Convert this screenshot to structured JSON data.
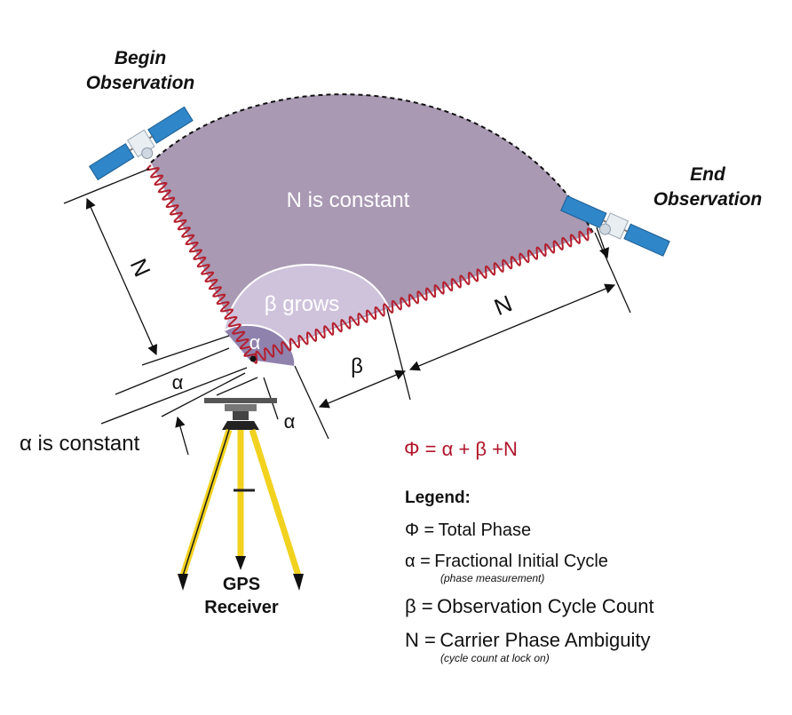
{
  "labels": {
    "begin_line1": "Begin",
    "begin_line2": "Observation",
    "end_line1": "End",
    "end_line2": "Observation",
    "n_constant": "N is constant",
    "beta_grows": "β grows",
    "alpha_small": "α",
    "n_left": "N",
    "n_right": "N",
    "alpha_dim1": "α",
    "alpha_dim2": "α",
    "beta_dim": "β",
    "alpha_constant": "α is constant",
    "gps_line1": "GPS",
    "gps_line2": "Receiver"
  },
  "formula": "Φ = α + β +N",
  "legend": {
    "title": "Legend:",
    "items": [
      {
        "symbol": "Φ =",
        "text": "Total Phase",
        "note": ""
      },
      {
        "symbol": "α =",
        "text": "Fractional Initial Cycle",
        "note": "(phase measurement)"
      },
      {
        "symbol": "β =",
        "text": "Observation Cycle Count",
        "note": ""
      },
      {
        "symbol": "N =",
        "text": "Carrier Phase Ambiguity",
        "note": "(cycle count at lock on)"
      }
    ]
  },
  "colors": {
    "region_n": "#a999b3",
    "region_beta": "#cfc3dc",
    "region_alpha": "#8f82ad",
    "wave": "#b51f2e",
    "formula": "#b0152a",
    "tripod": "#f1d21e",
    "panel": "#2f86c8"
  },
  "icons": {
    "satellite_begin": "satellite-icon",
    "satellite_end": "satellite-icon",
    "receiver": "tripod-icon"
  }
}
